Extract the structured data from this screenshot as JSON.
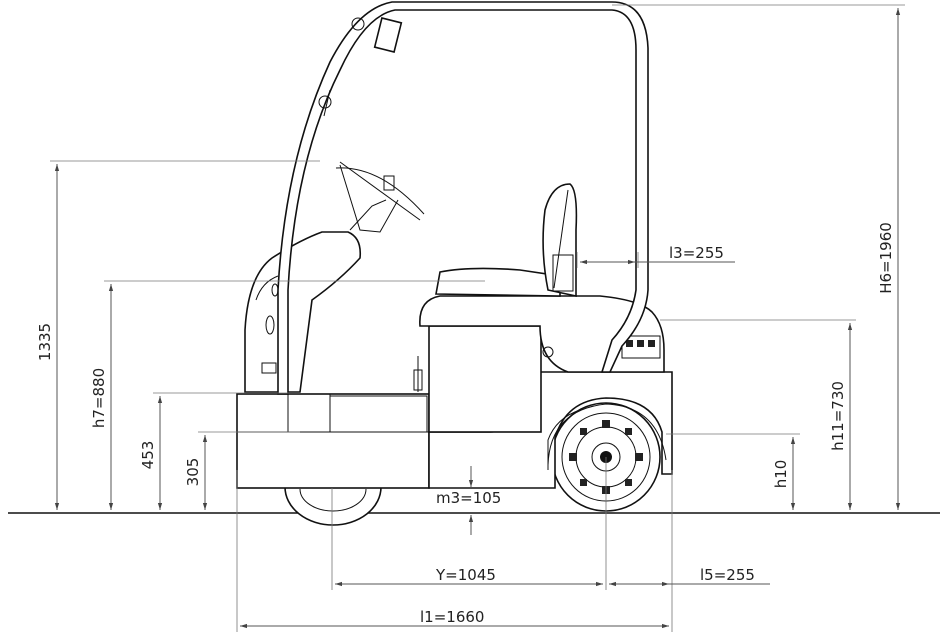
{
  "dimensions": {
    "H6": "H6=1960",
    "h1335": "1335",
    "h7": "h7=880",
    "h453": "453",
    "h305": "305",
    "h11": "h11=730",
    "h10": "h10",
    "l3": "l3=255",
    "m3": "m3=105",
    "Y": "Y=1045",
    "l5": "l5=255",
    "l1": "l1=1660"
  }
}
